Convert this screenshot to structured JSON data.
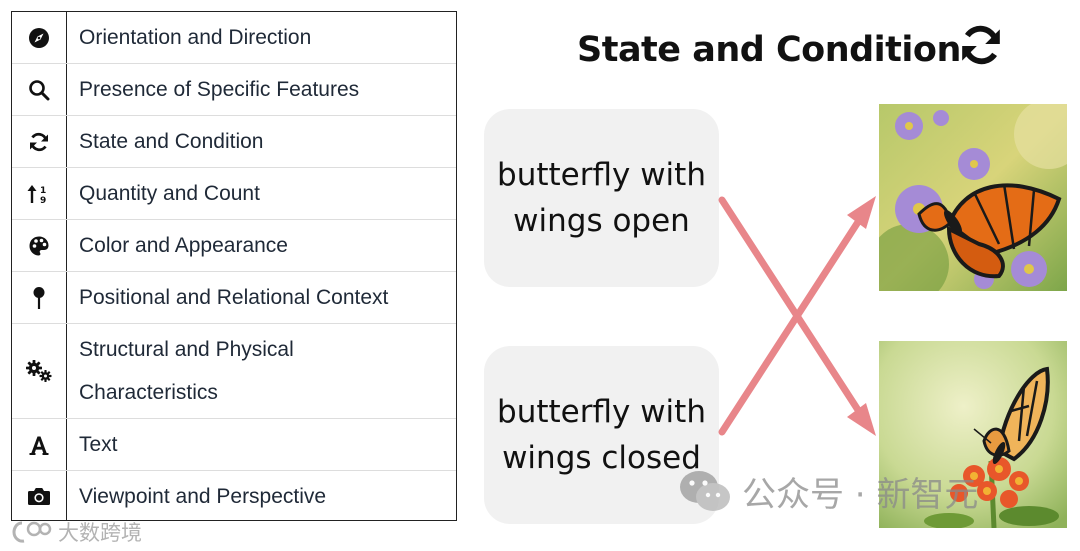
{
  "categories": [
    {
      "label": "Orientation and Direction",
      "icon": "compass-icon"
    },
    {
      "label": "Presence of Specific Features",
      "icon": "search-icon"
    },
    {
      "label": "State and Condition",
      "icon": "sync-icon"
    },
    {
      "label": "Quantity and Count",
      "icon": "sort-numeric-icon"
    },
    {
      "label": "Color and Appearance",
      "icon": "palette-icon"
    },
    {
      "label": "Positional and Relational Context",
      "icon": "map-pin-icon"
    },
    {
      "label": "Structural and Physical Characteristics",
      "icon": "gears-icon"
    },
    {
      "label": "Text",
      "icon": "font-icon"
    },
    {
      "label": "Viewpoint and Perspective",
      "icon": "camera-icon"
    }
  ],
  "diagram": {
    "title": "State and Condition",
    "title_icon": "sync-icon",
    "captions": [
      "butterfly with wings open",
      "butterfly with wings closed"
    ],
    "images": [
      "monarch-butterfly-wings-open-photo",
      "monarch-butterfly-wings-closed-photo"
    ],
    "arrow_color": "#e8868a"
  },
  "watermarks": {
    "top": "公众号 · 新智元",
    "bottom": "大数跨境"
  }
}
